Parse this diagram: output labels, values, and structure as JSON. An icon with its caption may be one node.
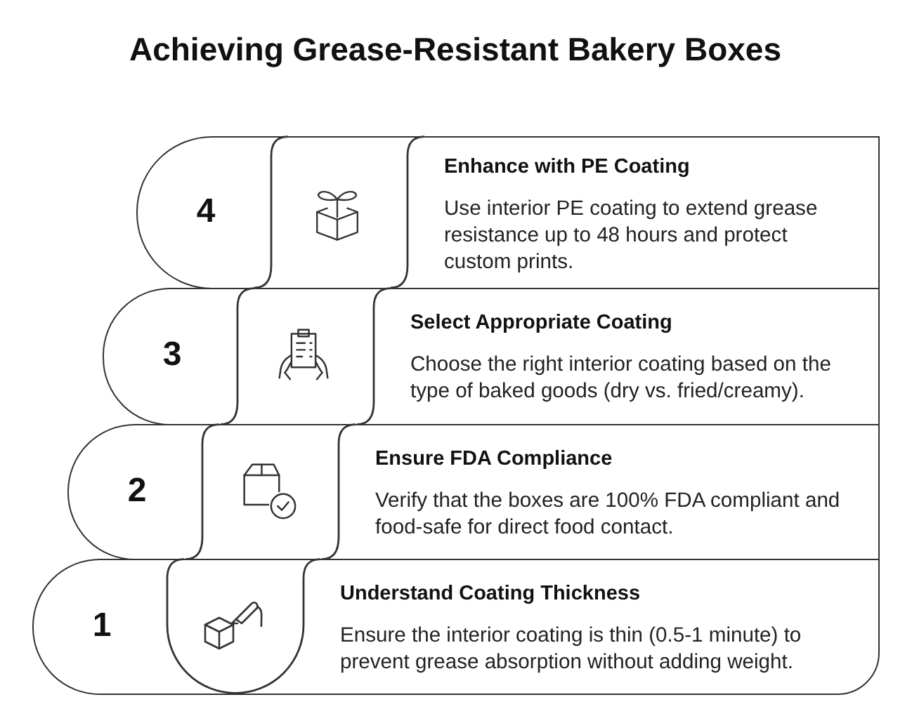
{
  "diagram": {
    "title": "Achieving Grease-Resistant Bakery Boxes",
    "nodes": [
      {
        "text": [
          "4",
          "Enhance with PE Coating",
          "Use interior PE coating to extend grease resistance up to 48 hours and protect custom prints."
        ]
      },
      {
        "text": [
          "3",
          "Select Appropriate Coating",
          "Choose the right interior coating based on the type of baked goods (dry vs. fried/creamy)."
        ]
      },
      {
        "text": [
          "2",
          "Ensure FDA Compliance",
          "Verify that the boxes are 100% FDA compliant and food-safe for direct food contact."
        ]
      },
      {
        "text": [
          "1",
          "Understand Coating Thickness",
          "Ensure the interior coating is thin (0.5-1 minute) to prevent grease absorption without adding weight."
        ]
      }
    ]
  }
}
